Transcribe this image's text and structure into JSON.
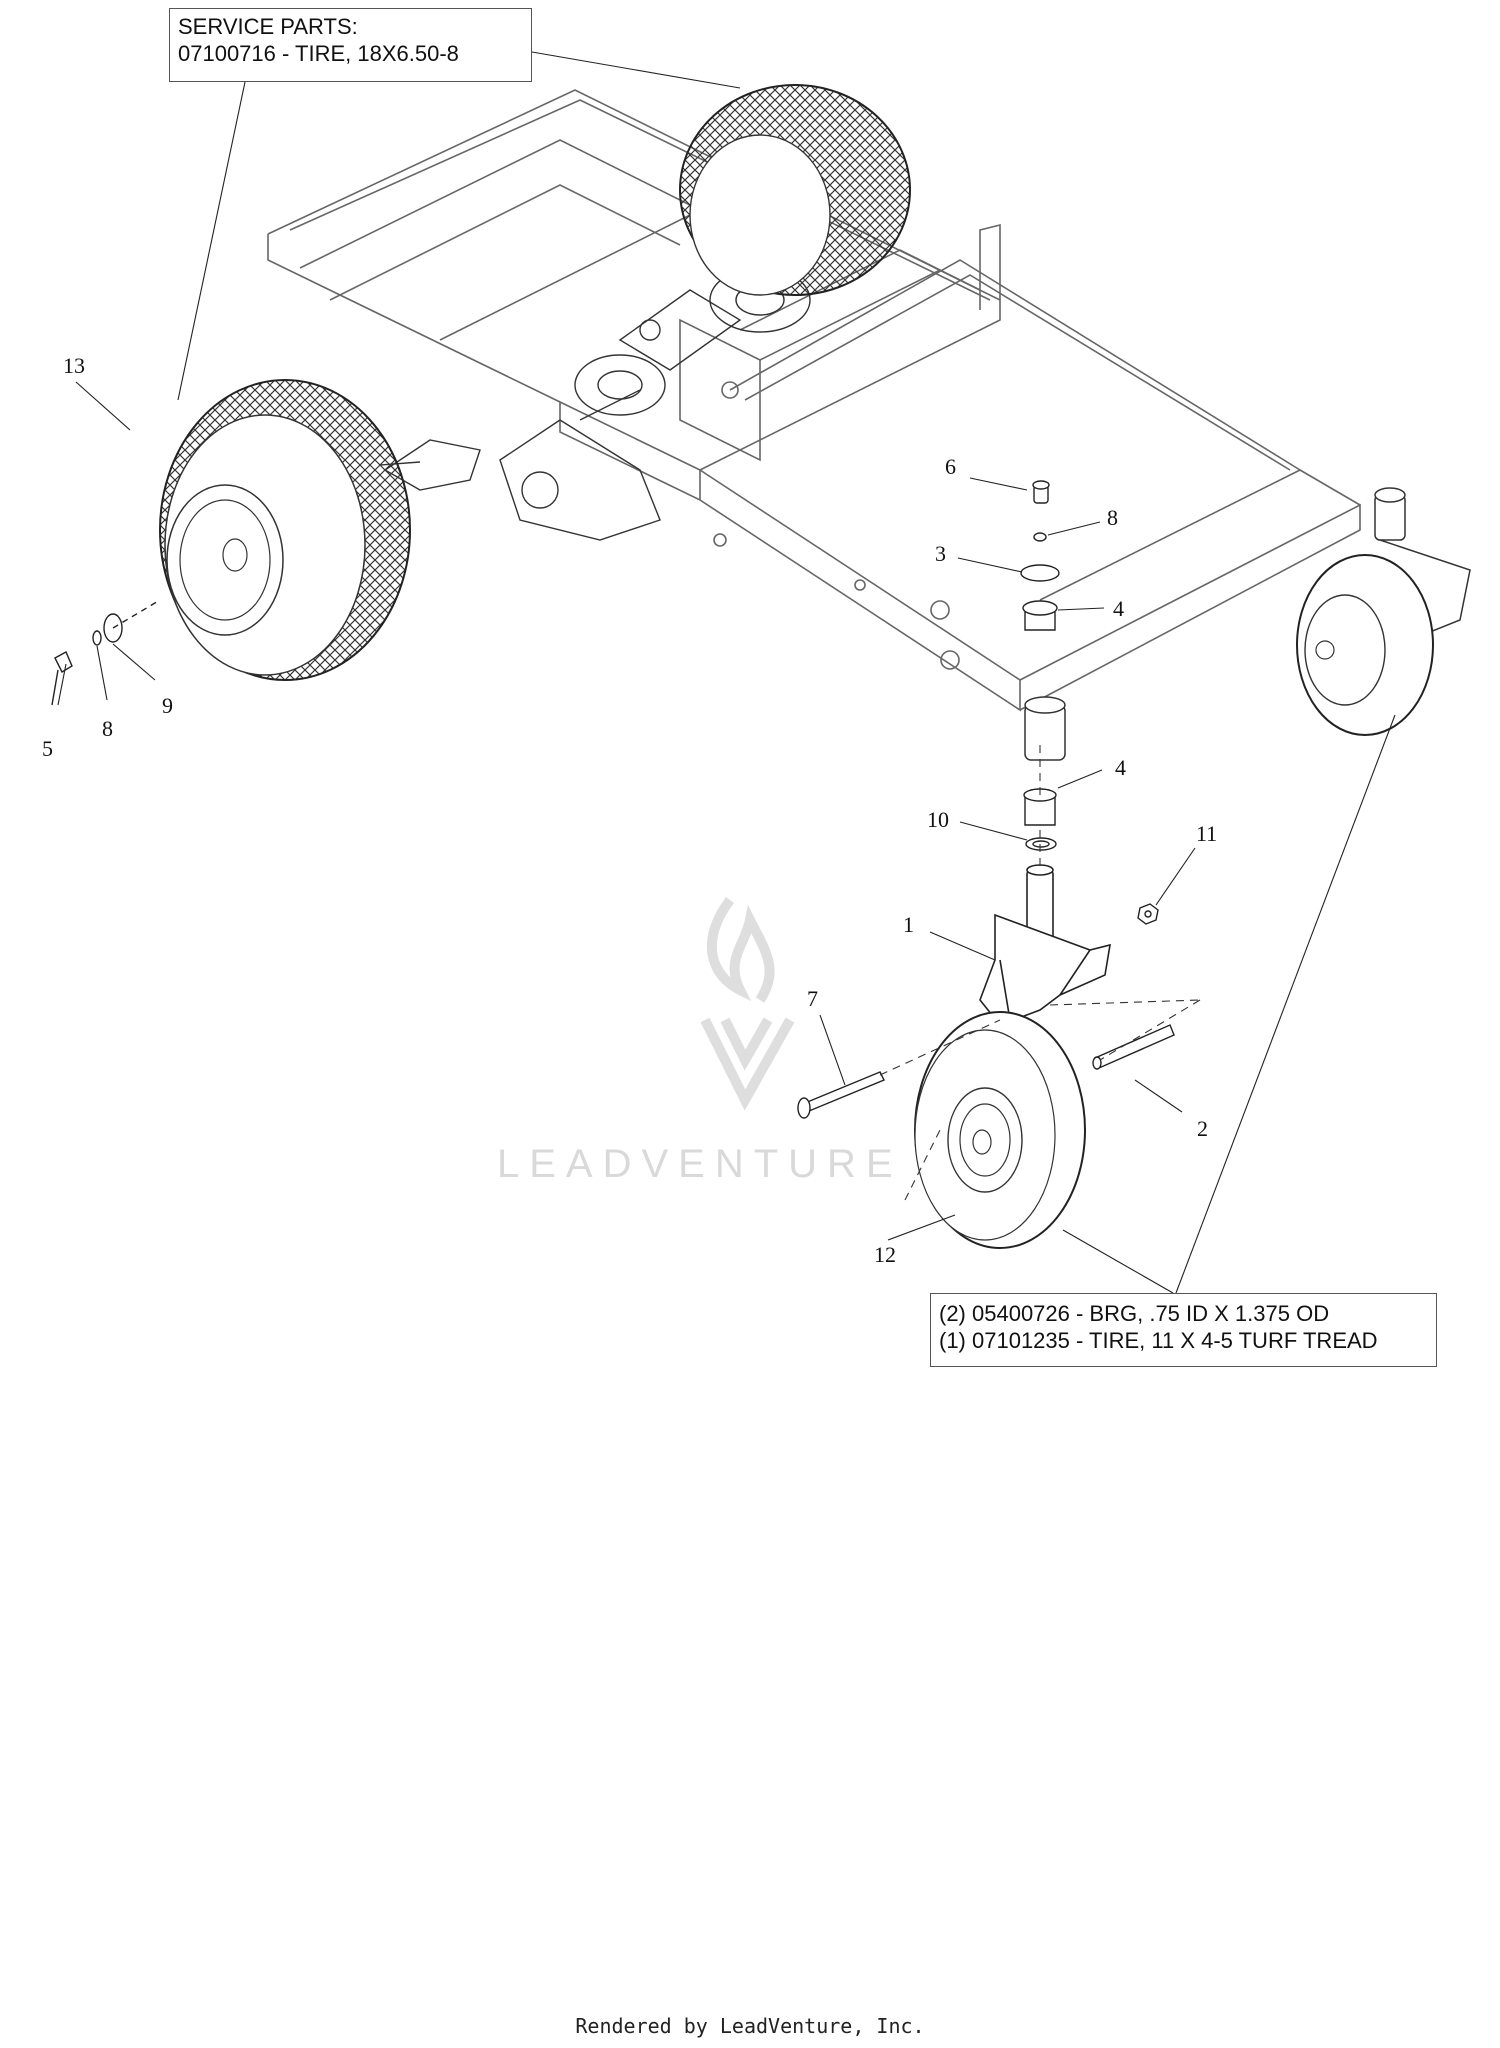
{
  "service_parts": {
    "heading": "SERVICE PARTS:",
    "line1": "07100716 - TIRE, 18X6.50-8"
  },
  "caster_parts": {
    "line1": "(2) 05400726 - BRG, .75 ID X 1.375 OD",
    "line2": "(1) 07101235 - TIRE, 11 X 4-5 TURF TREAD"
  },
  "callouts": {
    "n1": "1",
    "n2": "2",
    "n3": "3",
    "n4a": "4",
    "n4b": "4",
    "n5": "5",
    "n6": "6",
    "n7": "7",
    "n8a": "8",
    "n8b": "8",
    "n9": "9",
    "n10": "10",
    "n11": "11",
    "n12": "12",
    "n13": "13"
  },
  "watermark": "LEADVENTURE",
  "footer": "Rendered by LeadVenture, Inc.",
  "colors": {
    "line": "#222222",
    "frame": "#777777",
    "watermark": "#d9d9d9"
  }
}
